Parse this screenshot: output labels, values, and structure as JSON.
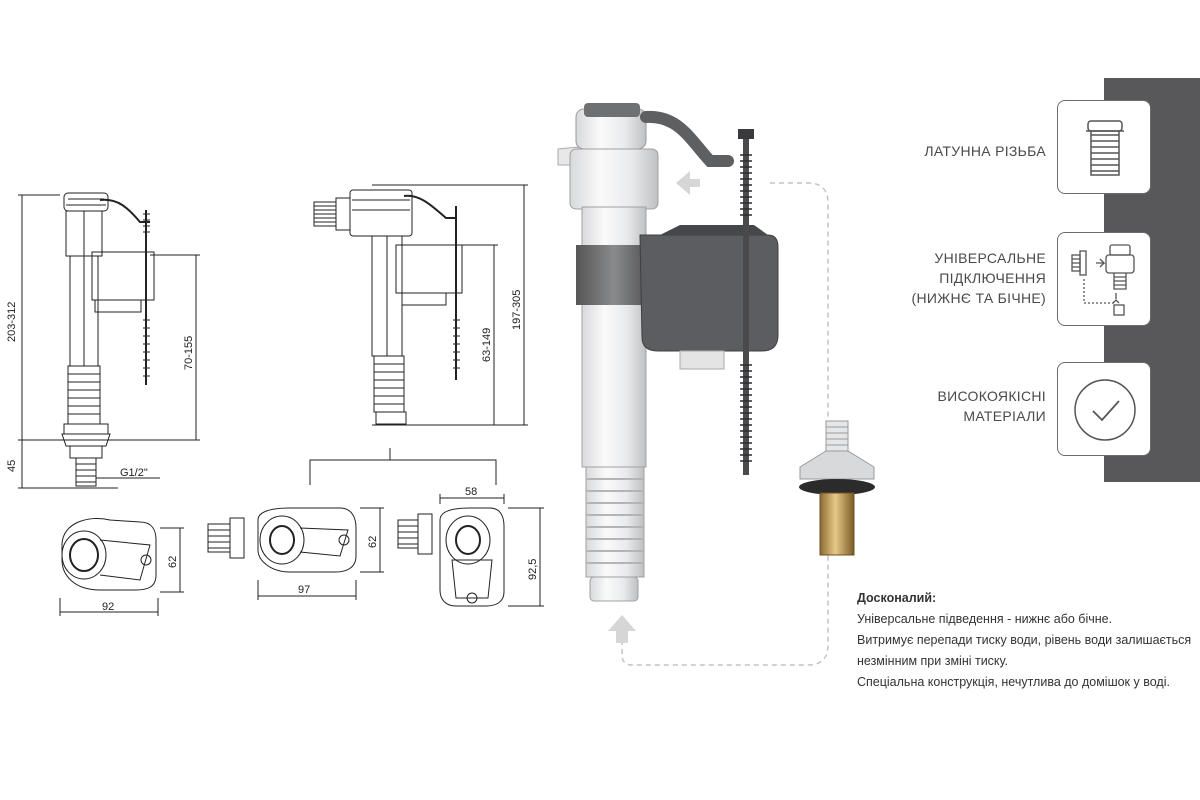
{
  "dimensions": {
    "height_total": "203-312",
    "bottom_part": "45",
    "thread": "G1/2\"",
    "mid_height_left": "70-155",
    "mid_height_right": "63-149",
    "height_total_right": "197-305",
    "width_bottom": "92",
    "depth_bottom": "62",
    "width_side": "97",
    "depth_side": "62",
    "width_side2": "58",
    "depth_side2": "92,5"
  },
  "features": [
    {
      "label": "ЛАТУННА РІЗЬБА",
      "icon": "brass-thread-icon"
    },
    {
      "label": "УНІВЕРСАЛЬНЕ\nПІДКЛЮЧЕННЯ\n(НИЖНЄ ТА БІЧНЕ)",
      "icon": "universal-connection-icon"
    },
    {
      "label": "ВИСОКОЯКІСНІ\nМАТЕРІАЛИ",
      "icon": "check-circle-icon"
    }
  ],
  "description": {
    "title": "Досконалий:",
    "lines": [
      "Універсальне підведення - нижнє або бічне.",
      "Витримує перепади тиску води, рівень води залишається",
      "незмінним при зміні тиску.",
      "Спеціальна конструкція, нечутлива до домішок у воді."
    ]
  },
  "colors": {
    "panel": "#58585a",
    "accent_arrow": "#d6d6d6",
    "product_grey": "#6d6e71"
  }
}
